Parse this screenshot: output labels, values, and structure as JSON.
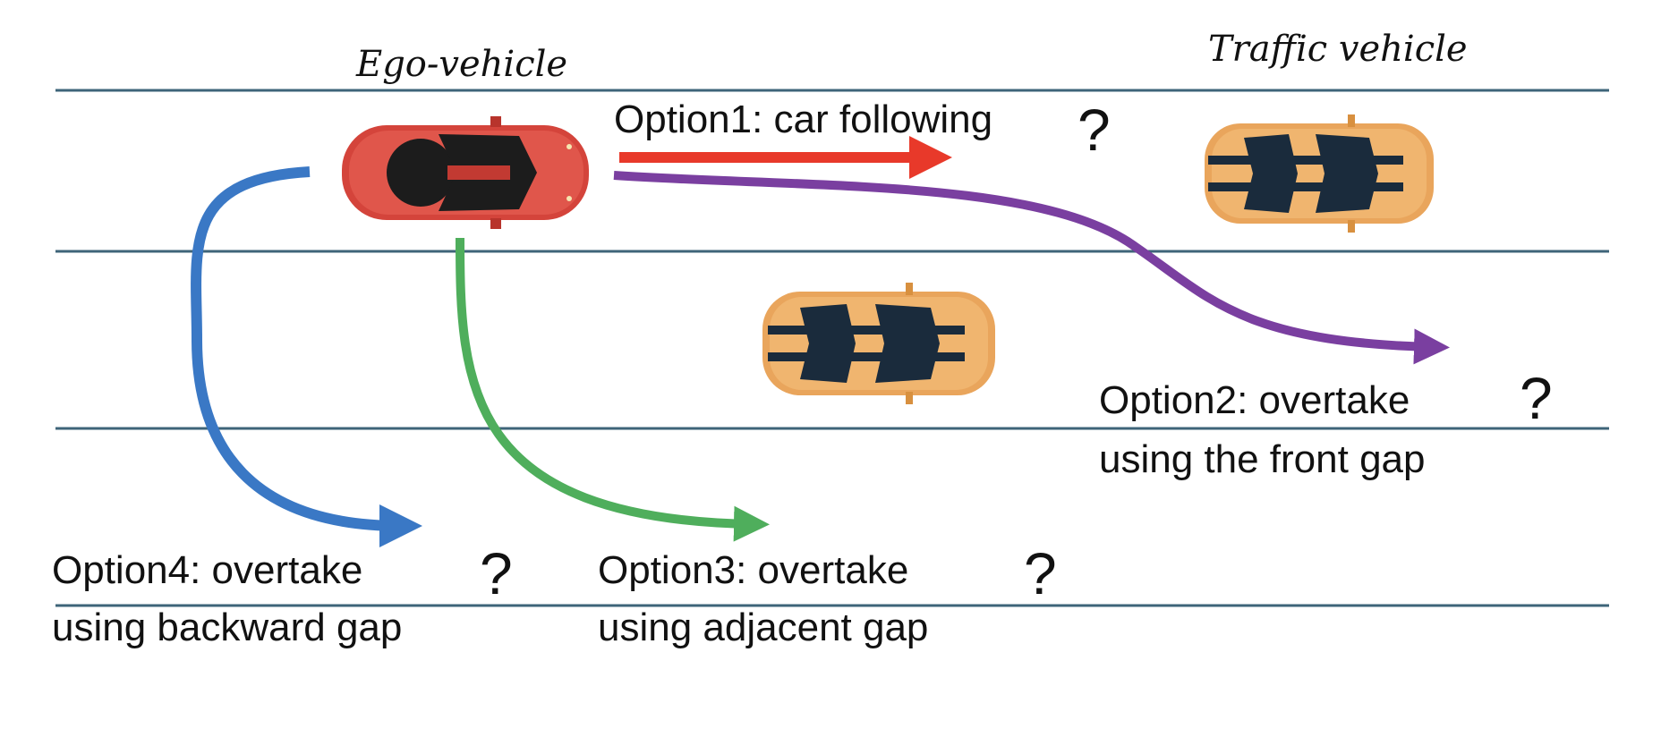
{
  "labels": {
    "ego_vehicle": "Ego-vehicle",
    "traffic_vehicle": "Traffic vehicle"
  },
  "options": {
    "option1": {
      "line1": "Option1: car following",
      "mark": "?"
    },
    "option2": {
      "line1": "Option2: overtake",
      "line2": "using the front gap",
      "mark": "?"
    },
    "option3": {
      "line1": "Option3: overtake",
      "line2": "using adjacent gap",
      "mark": "?"
    },
    "option4": {
      "line1": "Option4: overtake",
      "line2": "using backward gap",
      "mark": "?"
    }
  },
  "colors": {
    "lane_line": "#3e6479",
    "ego_car": "#d4443b",
    "traffic_car": "#e9a55c",
    "window": "#1a2b3c",
    "option1_arrow": "#e8392a",
    "option2_arrow": "#7a3fa0",
    "option3_arrow": "#4fae5c",
    "option4_arrow": "#3a78c5"
  }
}
